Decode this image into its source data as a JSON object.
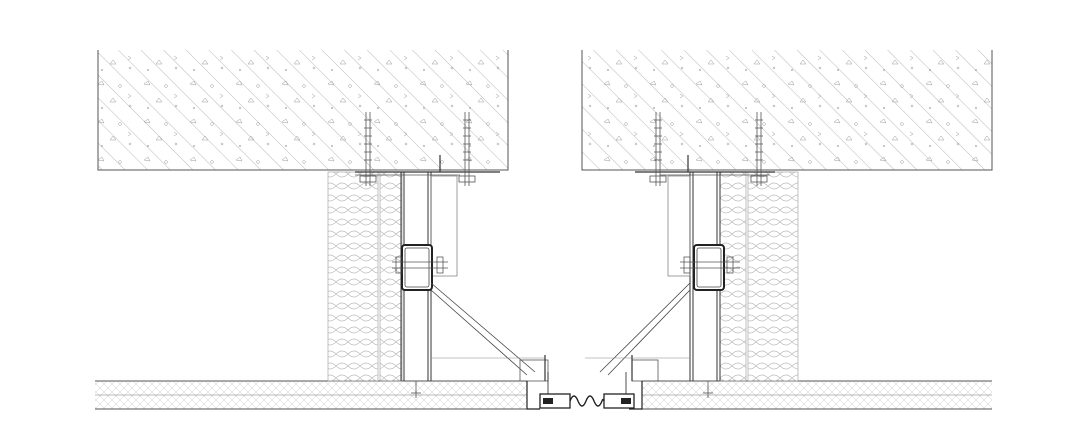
{
  "drawing": {
    "kind": "architectural-section-detail",
    "components": [
      "concrete-slab-left",
      "concrete-slab-right",
      "insulation-left",
      "insulation-right",
      "steel-stud-left",
      "steel-stud-right",
      "rectangular-tube-left",
      "rectangular-tube-right",
      "diagonal-brace-left",
      "diagonal-brace-right",
      "anchor-bolts",
      "base-panel",
      "expansion-joint-seal"
    ],
    "colors": {
      "background": "#ffffff",
      "line": "#555555",
      "hatch": "#8a8a8a",
      "insulation": "#b8b8b8",
      "bold": "#222222"
    }
  }
}
